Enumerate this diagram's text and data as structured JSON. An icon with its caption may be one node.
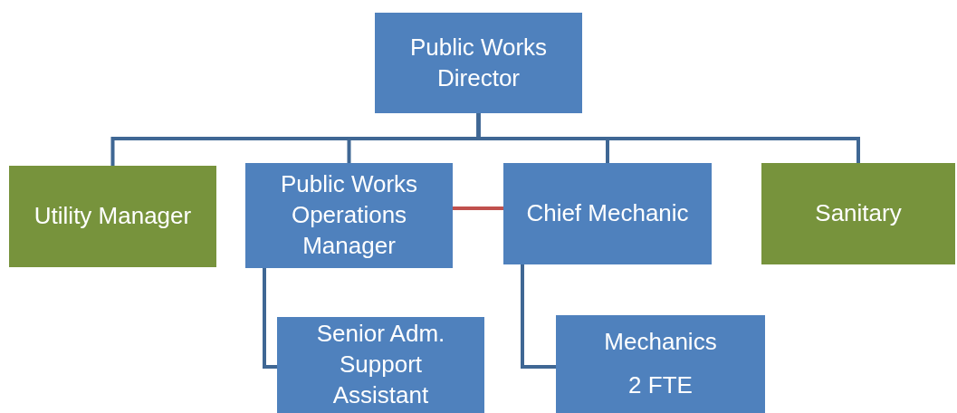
{
  "diagram": {
    "nodes": [
      {
        "text": [
          "Public Works Director"
        ]
      },
      {
        "text": [
          "Utility Manager"
        ]
      },
      {
        "text": [
          "Public Works Operations Manager"
        ]
      },
      {
        "text": [
          "Chief Mechanic"
        ]
      },
      {
        "text": [
          "Sanitary"
        ]
      },
      {
        "text": [
          "Senior Adm. Support Assistant"
        ]
      },
      {
        "text": [
          "Mechanics",
          "2 FTE"
        ]
      }
    ],
    "edges": [
      {
        "from": 0,
        "to": 1,
        "arrow": "none"
      },
      {
        "from": 0,
        "to": 2,
        "arrow": "none"
      },
      {
        "from": 0,
        "to": 3,
        "arrow": "none"
      },
      {
        "from": 0,
        "to": 4,
        "arrow": "none"
      },
      {
        "from": 2,
        "to": 3,
        "arrow": "none",
        "color": "#c0504d"
      },
      {
        "from": 2,
        "to": 5,
        "arrow": "none"
      },
      {
        "from": 3,
        "to": 6,
        "arrow": "none"
      }
    ]
  }
}
